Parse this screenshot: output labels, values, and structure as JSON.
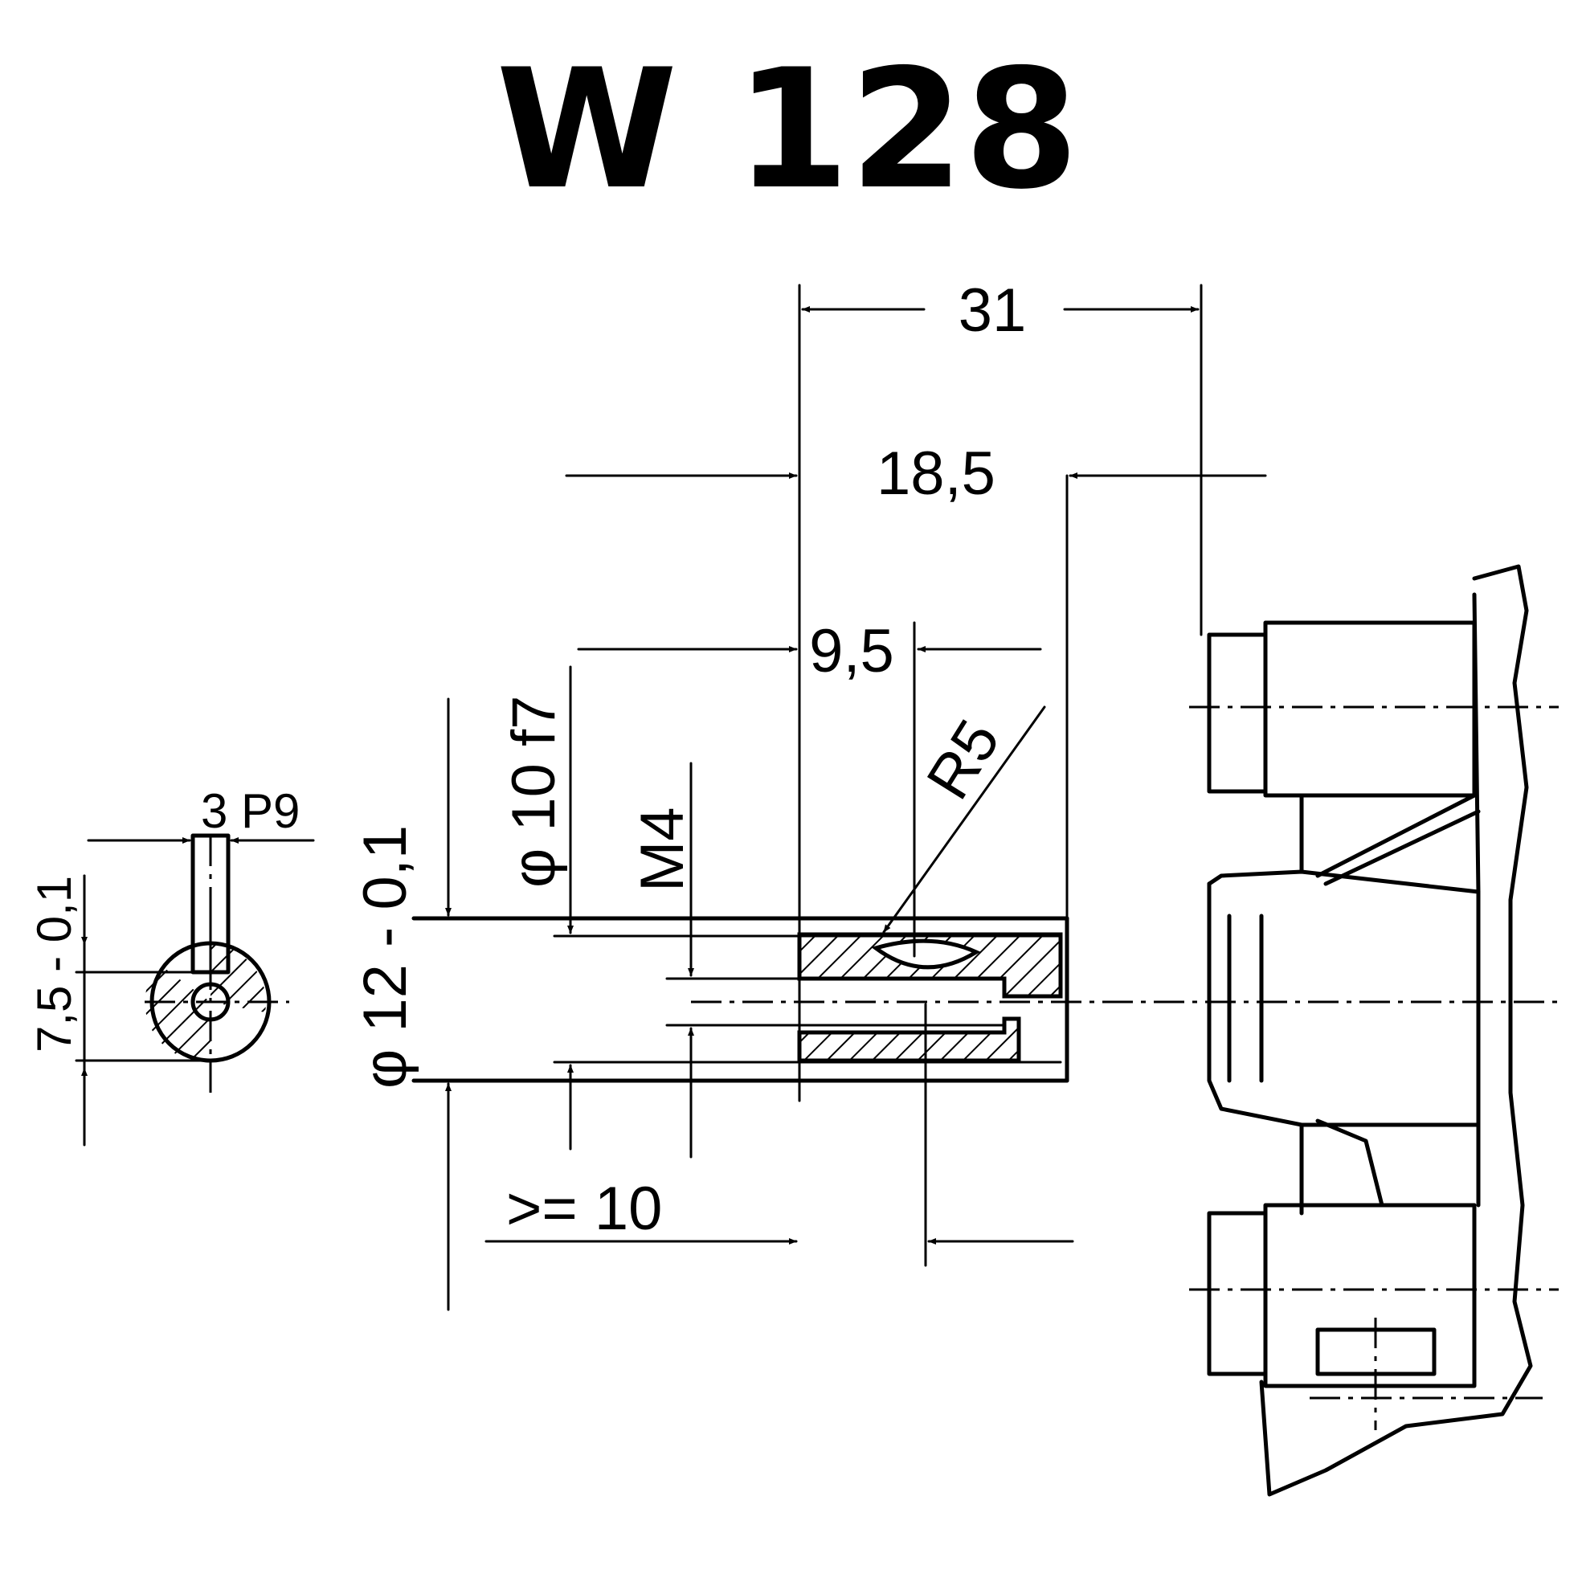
{
  "title": "W 128",
  "dimensions": {
    "d31": "31",
    "d18_5": "18,5",
    "d9_5": "9,5",
    "r5": "R5",
    "d10f7": "φ 10 f7",
    "m4": "M4",
    "d12": "φ 12 - 0,1",
    "ge10": ">= 10",
    "key_3p9": "3 P9",
    "key_7_5": "7,5 - 0,1"
  },
  "colors": {
    "ink": "#000000",
    "paper": "#ffffff"
  }
}
